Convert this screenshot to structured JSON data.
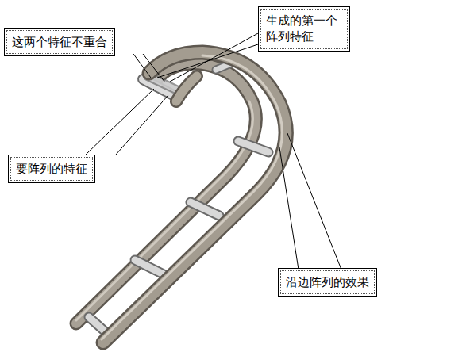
{
  "diagram": {
    "nodes": [
      {
        "text": [
          "这两个特征不重合"
        ]
      },
      {
        "text": [
          "生成的第一个 阵列特征"
        ]
      },
      {
        "text": [
          "要阵列的特征"
        ]
      },
      {
        "text": [
          "沿边阵列的效果"
        ]
      }
    ]
  }
}
